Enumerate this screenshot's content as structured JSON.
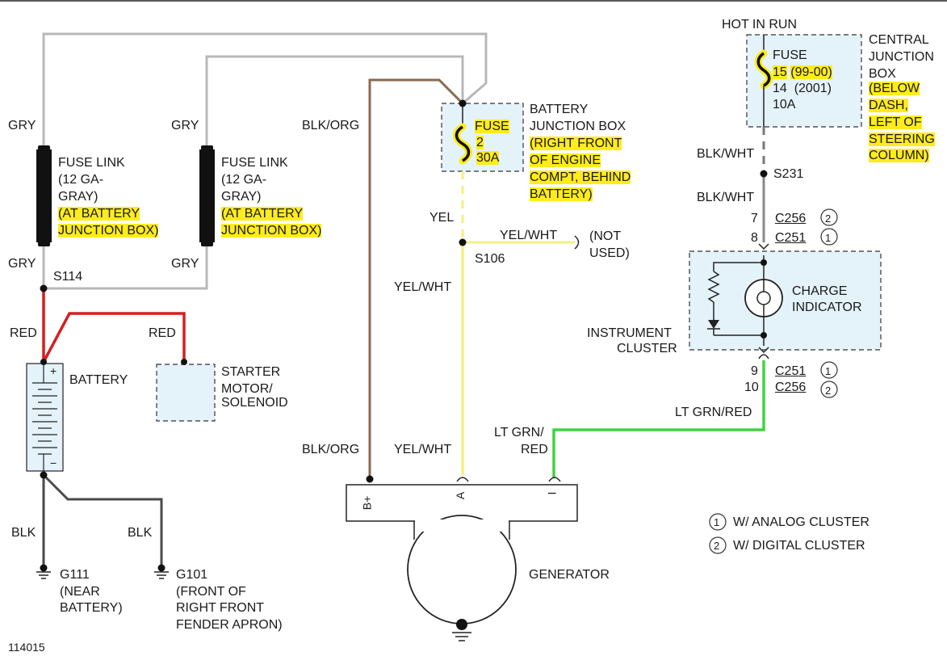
{
  "colors": {
    "wire_gray": "#b8b8b8",
    "wire_red": "#d51f1f",
    "wire_black": "#4a4a4a",
    "wire_brown": "#8a6a4e",
    "wire_yellow": "#f5ef82",
    "wire_green": "#3fd43f",
    "box_fill": "#e4f2fa",
    "highlight": "#ffec1a"
  },
  "fuse_link_left": {
    "wire_top": "GRY",
    "name": "FUSE LINK",
    "gauge_line1": "(12 GA-",
    "gauge_line2": "GRAY)",
    "loc_line1": "(AT BATTERY",
    "loc_line2": "JUNCTION BOX)",
    "wire_bottom": "GRY"
  },
  "fuse_link_right": {
    "wire_top": "GRY",
    "name": "FUSE LINK",
    "gauge_line1": "(12 GA-",
    "gauge_line2": "GRAY)",
    "loc_line1": "(AT BATTERY",
    "loc_line2": "JUNCTION BOX)",
    "wire_bottom": "GRY"
  },
  "splice_s114": "S114",
  "battery": {
    "wire_left": "RED",
    "wire_right": "RED",
    "label": "BATTERY",
    "plus": "+",
    "minus": "−",
    "ground_wire_left": "BLK",
    "ground_wire_right": "BLK"
  },
  "starter": {
    "line1": "STARTER",
    "line2": "MOTOR/",
    "line3": "SOLENOID"
  },
  "ground_g111": {
    "id": "G111",
    "line1": "(NEAR",
    "line2": "BATTERY)"
  },
  "ground_g101": {
    "id": "G101",
    "line1": "(FRONT OF",
    "line2": "RIGHT FRONT",
    "line3": "FENDER APRON)"
  },
  "battery_junction_box": {
    "fuse_word": "FUSE",
    "fuse_number": "2",
    "fuse_rating": "30A",
    "title_line1": "BATTERY",
    "title_line2": "JUNCTION BOX",
    "loc_line1": "(RIGHT FRONT",
    "loc_line2": "OF ENGINE",
    "loc_line3": "COMPT, BEHIND",
    "loc_line4": "BATTERY)"
  },
  "wires": {
    "blk_org_top": "BLK/ORG",
    "blk_org_bottom": "BLK/ORG",
    "yel": "YEL",
    "yel_wht_branch": "YEL/WHT",
    "yel_wht_mid": "YEL/WHT",
    "yel_wht_bottom": "YEL/WHT",
    "lt_grn_red_line1": "LT GRN/",
    "lt_grn_red_line2": "RED",
    "lt_grn_red_right": "LT GRN/RED",
    "blk_wht_upper": "BLK/WHT",
    "blk_wht_lower": "BLK/WHT"
  },
  "splice_s106": "S106",
  "not_used": {
    "line1": "(NOT",
    "line2": "USED)"
  },
  "central_junction_box": {
    "hot_in_run": "HOT IN RUN",
    "fuse_word": "FUSE",
    "fuse_num_a": "15",
    "fuse_years_a": "(99-00)",
    "fuse_num_b": "14",
    "fuse_years_b": "(2001)",
    "fuse_rating": "10A",
    "title_line1": "CENTRAL",
    "title_line2": "JUNCTION",
    "title_line3": "BOX",
    "loc_line1": "(BELOW",
    "loc_line2": "DASH,",
    "loc_line3": "LEFT OF",
    "loc_line4": "STEERING",
    "loc_line5": "COLUMN)"
  },
  "splice_s231": "S231",
  "connectors": {
    "pin7": "7",
    "c256_top": "C256",
    "mark2_top": "2",
    "pin8": "8",
    "c251_top": "C251",
    "mark1_top": "1",
    "pin9": "9",
    "c251_bottom": "C251",
    "mark1_bottom": "1",
    "pin10": "10",
    "c256_bottom": "C256",
    "mark2_bottom": "2"
  },
  "instrument_cluster": {
    "label_line1": "INSTRUMENT",
    "label_line2": "CLUSTER",
    "indicator_line1": "CHARGE",
    "indicator_line2": "INDICATOR"
  },
  "generator": {
    "label": "GENERATOR",
    "term_b": "B+",
    "term_a": "A",
    "term_i": "I"
  },
  "legend": [
    {
      "num": "1",
      "text": "W/ ANALOG CLUSTER"
    },
    {
      "num": "2",
      "text": "W/ DIGITAL CLUSTER"
    }
  ],
  "figure_number": "114015"
}
